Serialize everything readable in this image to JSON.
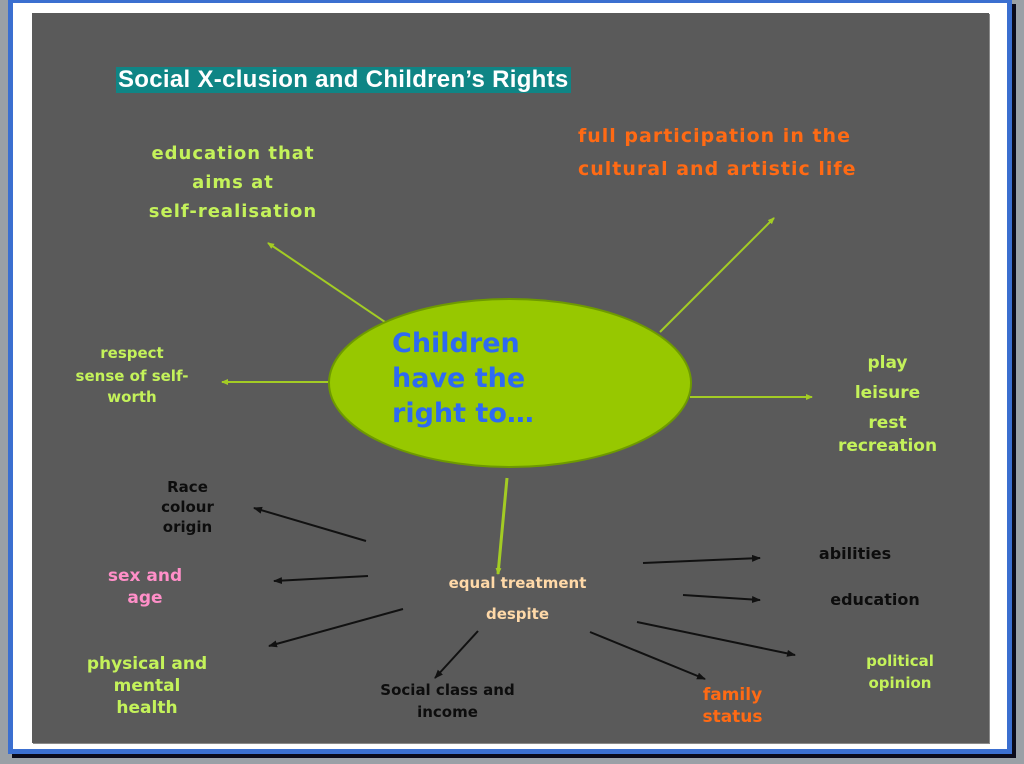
{
  "slide": {
    "title": "Social X-clusion and Children’s Rights",
    "colors": {
      "background": "#5a5a5a",
      "title_bg": "#0f8585",
      "ellipse_fill": "#97c800",
      "green_text": "#c4f25a",
      "orange_text": "#ff6a14",
      "pink_text": "#ff8fc8",
      "peach_text": "#ffd9a8",
      "blue_text": "#2e6af2",
      "frame_blue": "#3b6fd0"
    },
    "center": {
      "lines": [
        "Children",
        "have the",
        "right to…"
      ]
    },
    "rights": {
      "education": [
        "education that",
        "aims at",
        "self-realisation"
      ],
      "participation": [
        "full participation in the",
        "cultural and artistic life"
      ],
      "respect": [
        "respect",
        "sense of self-",
        "worth"
      ],
      "play": [
        "play",
        "leisure",
        "rest",
        "recreation"
      ]
    },
    "equal_treatment": {
      "lines": [
        "equal treatment",
        "despite"
      ]
    },
    "grounds": {
      "race": [
        "Race",
        "colour",
        "origin"
      ],
      "sex_age": [
        "sex and",
        "age"
      ],
      "health": [
        "physical and",
        "mental",
        "health"
      ],
      "social_class": [
        "Social class and",
        "income"
      ],
      "family_status": [
        "family",
        "status"
      ],
      "political_opinion": [
        "political",
        "opinion"
      ],
      "abilities": [
        "abilities"
      ],
      "education": [
        "education"
      ]
    }
  }
}
